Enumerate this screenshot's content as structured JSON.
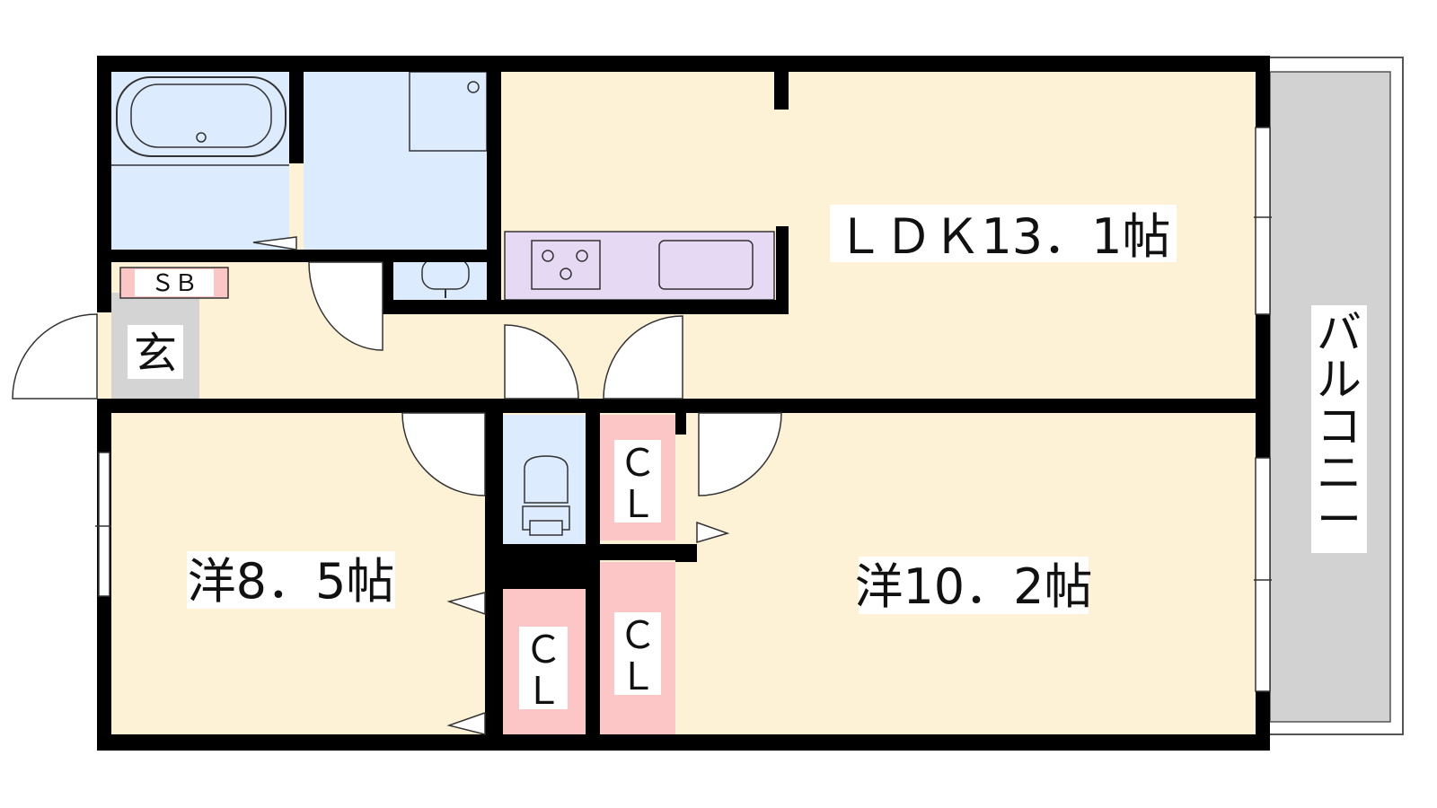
{
  "rooms": {
    "ldk": "ＬＤＫ13．1帖",
    "western1": "洋8．5帖",
    "western2": "洋10．2帖",
    "entrance": "玄",
    "shoe_box": "ＳＢ",
    "balcony": "バルコニー",
    "closet_c": "Ｃ",
    "closet_l": "Ｌ"
  },
  "colors": {
    "living": "#fdf1d6",
    "wet_area": "#dcebfd",
    "kitchen": "#e6d9f3",
    "closet": "#fdc6c6",
    "entrance_floor": "#d4d4d4",
    "balcony": "#d2d2d2",
    "wall": "#000000"
  }
}
